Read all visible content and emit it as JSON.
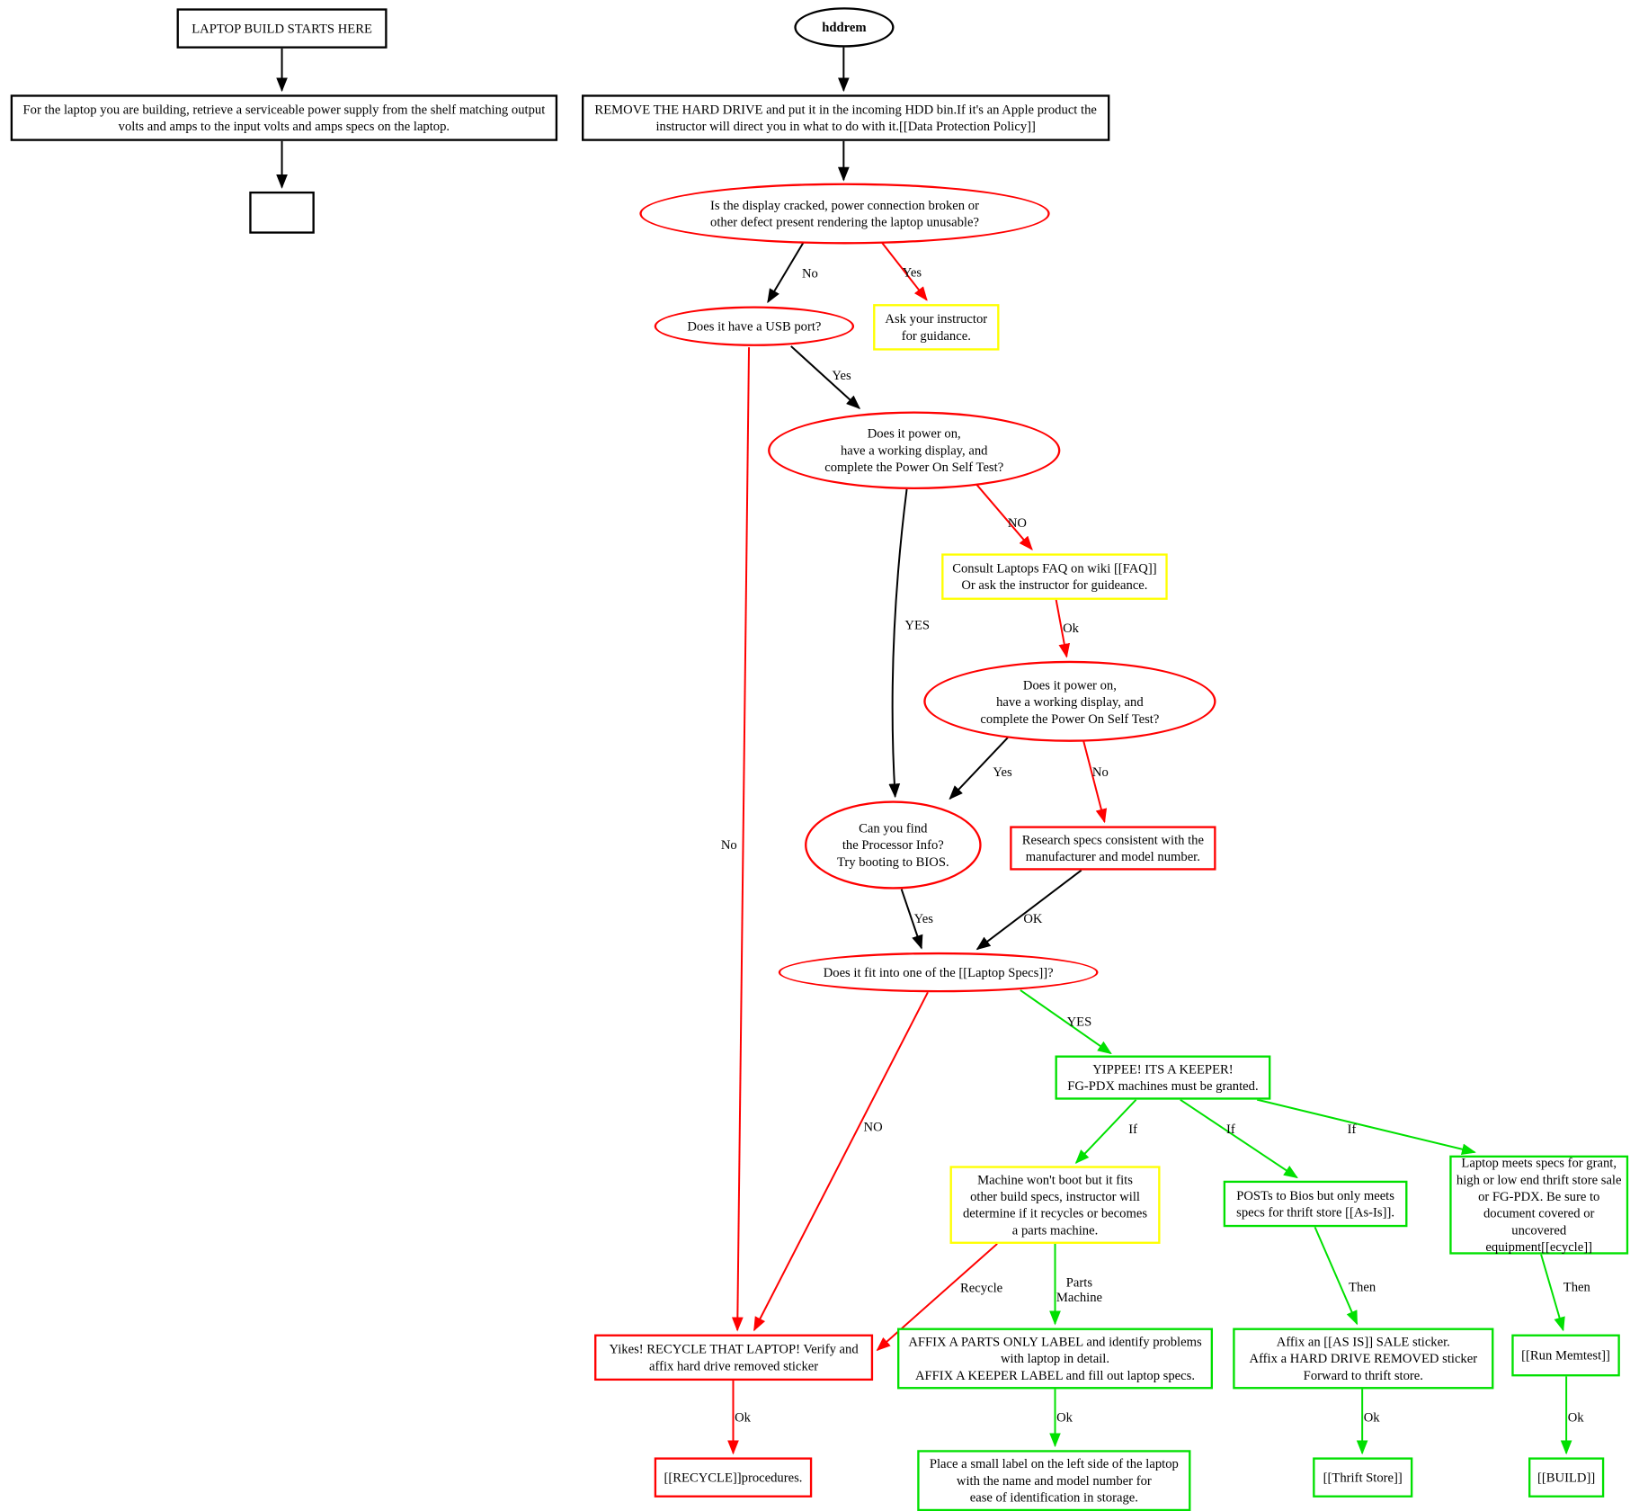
{
  "diagram": {
    "type": "flowchart",
    "colors": {
      "black": "#000000",
      "red": "#ff0000",
      "green": "#00e000",
      "yellow": "#ffff00"
    },
    "nodes": {
      "start": {
        "label": "LAPTOP BUILD STARTS HERE"
      },
      "psu": {
        "label": "For the laptop you are building, retrieve a serviceable power supply from the shelf matching output\nvolts and amps to the input volts and amps specs on the laptop."
      },
      "blank": {
        "label": ""
      },
      "hddrem": {
        "label": "hddrem"
      },
      "remove_hdd": {
        "label": "REMOVE THE HARD DRIVE and put it in the incoming HDD bin.If it's an Apple product the\ninstructor will direct you in what to do with it.[[Data Protection Policy]]"
      },
      "defect_q": {
        "label": "Is the display cracked, power connection broken or\nother defect present rendering the laptop unusable?"
      },
      "usb_q": {
        "label": "Does it have a USB port?"
      },
      "ask_instructor": {
        "label": "Ask your instructor\nfor guidance."
      },
      "post_q1": {
        "label": "Does it power on,\nhave a working  display, and\ncomplete the Power On Self Test?"
      },
      "faq": {
        "label": "Consult Laptops FAQ on wiki [[FAQ]]\nOr ask the instructor for guideance."
      },
      "post_q2": {
        "label": "Does it power on,\nhave a working display, and\ncomplete the Power On Self Test?"
      },
      "cpu_q": {
        "label": "Can you find\nthe Processor Info?\nTry booting to BIOS."
      },
      "research": {
        "label": "Research specs consistent with the\nmanufacturer and model number."
      },
      "specs_q": {
        "label": "Does it fit into one of the [[Laptop Specs]]?"
      },
      "keeper": {
        "label": "YIPPEE! ITS A KEEPER!\nFG-PDX machines must be granted."
      },
      "wont_boot": {
        "label": "Machine won't boot but it fits\nother build specs, instructor will\ndetermine if it recycles or becomes\na parts machine."
      },
      "posts_bios": {
        "label": "POSTs to Bios but only meets\nspecs for thrift store [[As-Is]]."
      },
      "meets_specs": {
        "label": "Laptop meets specs for grant,\nhigh or low end thrift store sale\nor FG-PDX. Be sure to\ndocument covered or uncovered\nequipment[[ecycle]]"
      },
      "yikes": {
        "label": "Yikes! RECYCLE THAT LAPTOP! Verify and\naffix hard drive removed sticker"
      },
      "parts_label": {
        "label": "AFFIX A PARTS ONLY LABEL and identify problems\nwith laptop in detail.\nAFFIX A KEEPER LABEL and fill out laptop specs."
      },
      "asis": {
        "label": "Affix an [[AS IS]] SALE sticker.\nAffix a HARD DRIVE REMOVED sticker\nForward to thrift store."
      },
      "memtest": {
        "label": "[[Run Memtest]]"
      },
      "recycle": {
        "label": "[[RECYCLE]]procedures."
      },
      "small_label": {
        "label": "Place a small label on the left side of the laptop\nwith the name and model number for\nease of identification in storage."
      },
      "thrift": {
        "label": "[[Thrift Store]]"
      },
      "build": {
        "label": "[[BUILD]]"
      }
    },
    "edges": {
      "defect_no": "No",
      "defect_yes": "Yes",
      "usb_yes": "Yes",
      "usb_no": "No",
      "post1_no": "NO",
      "post1_yes": "YES",
      "faq_ok": "Ok",
      "post2_yes": "Yes",
      "post2_no": "No",
      "cpu_yes": "Yes",
      "research_ok": "OK",
      "specs_yes": "YES",
      "specs_no": "NO",
      "keeper_if1": "If",
      "keeper_if2": "If",
      "keeper_if3": "If",
      "recycle_label": "Recycle",
      "parts_machine": "Parts\nMachine",
      "posts_then": "Then",
      "meets_then": "Then",
      "yikes_ok": "Ok",
      "parts_ok": "Ok",
      "asis_ok": "Ok",
      "memtest_ok": "Ok"
    }
  }
}
